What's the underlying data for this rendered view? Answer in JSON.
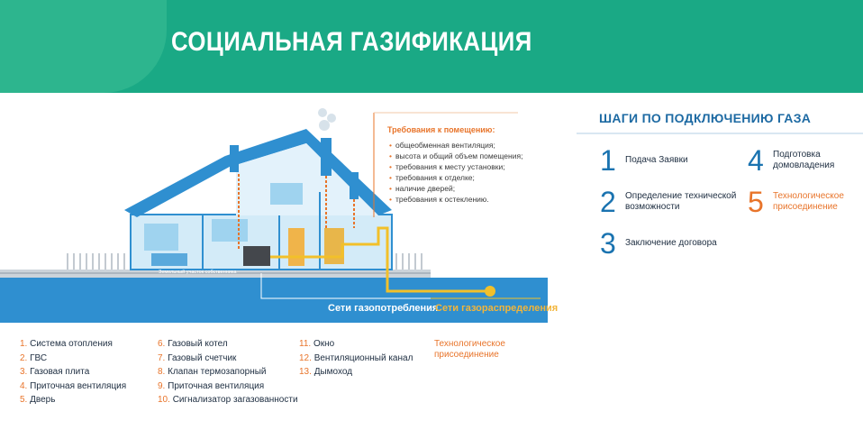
{
  "banner": {
    "title": "СОЦИАЛЬНАЯ ГАЗИФИКАЦИЯ",
    "color": "#1aa985"
  },
  "requirements": {
    "title": "Требования к помещению:",
    "items": [
      "общеобменная вентиляция;",
      "высота и общий объем помещения;",
      "требования к месту установки;",
      "требования к отделке;",
      "наличие дверей;",
      "требования к остеклению."
    ]
  },
  "diagram": {
    "owner_land_label": "Земельный участок собственника",
    "consumption_networks": "Сети газопотребления",
    "distribution_networks": "Сети газораспределения"
  },
  "legend": {
    "col1": [
      {
        "num": "1.",
        "text": "Система отопления"
      },
      {
        "num": "2.",
        "text": "ГВС"
      },
      {
        "num": "3.",
        "text": "Газовая плита"
      },
      {
        "num": "4.",
        "text": "Приточная вентиляция"
      },
      {
        "num": "5.",
        "text": "Дверь"
      }
    ],
    "col2": [
      {
        "num": "6.",
        "text": "Газовый котел"
      },
      {
        "num": "7.",
        "text": "Газовый счетчик"
      },
      {
        "num": "8.",
        "text": "Клапан термозапорный"
      },
      {
        "num": "9.",
        "text": "Приточная вентиляция"
      },
      {
        "num": "10.",
        "text": "Сигнализатор загазованности"
      }
    ],
    "col3": [
      {
        "num": "11.",
        "text": "Окно"
      },
      {
        "num": "12.",
        "text": "Вентиляционный канал"
      },
      {
        "num": "13.",
        "text": "Дымоход"
      }
    ],
    "tech_connection": "Технологическое присоединение"
  },
  "steps": {
    "title": "ШАГИ ПО ПОДКЛЮЧЕНИЮ ГАЗА",
    "items": [
      {
        "num": "1",
        "text": "Подача Заявки"
      },
      {
        "num": "2",
        "text": "Определение технической возможности"
      },
      {
        "num": "3",
        "text": "Заключение договора"
      },
      {
        "num": "4",
        "text": "Подготовка домовладения"
      },
      {
        "num": "5",
        "text": "Технологическое присоединение"
      }
    ]
  },
  "colors": {
    "accent_orange": "#e8742a",
    "step_blue": "#1a73b0",
    "ground_blue": "#2f8fd0",
    "gas_yellow": "#f2c02a"
  }
}
